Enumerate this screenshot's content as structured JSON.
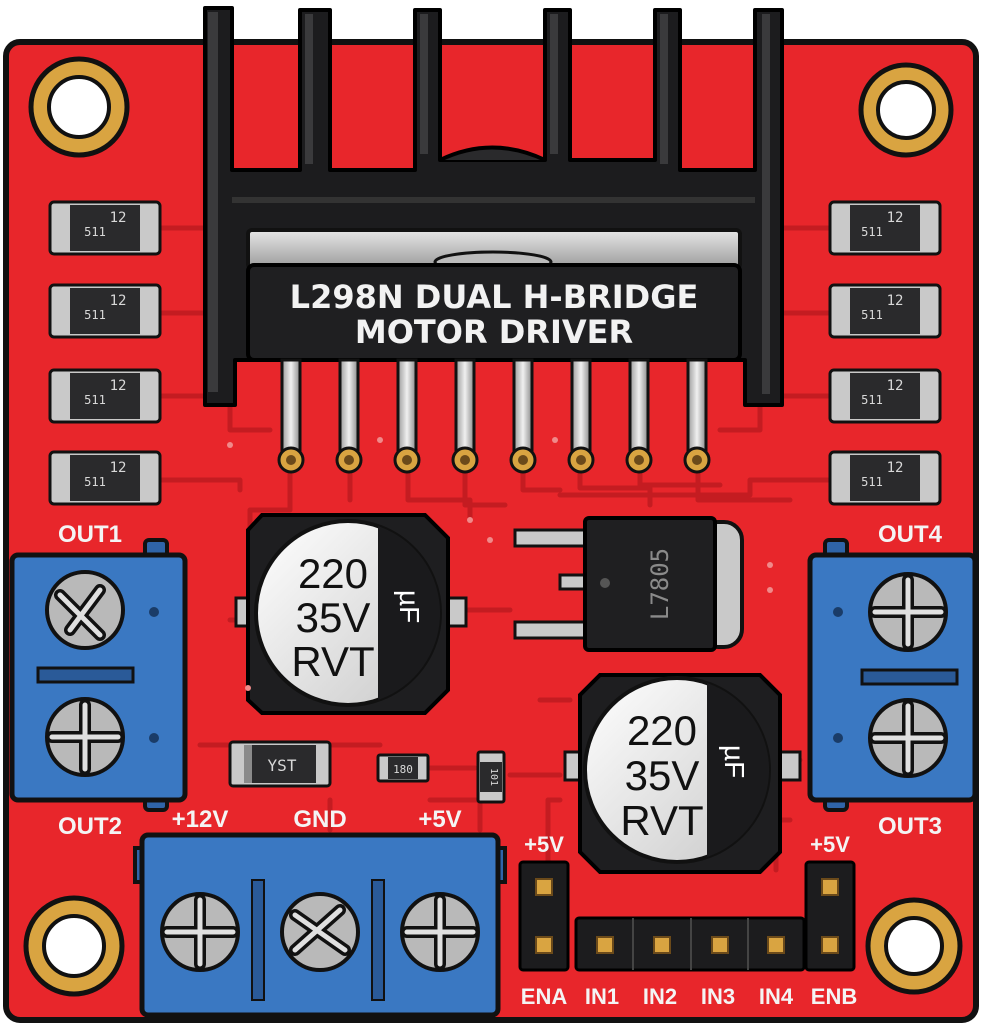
{
  "module": {
    "chip_label_line1": "L298N DUAL H-BRIDGE",
    "chip_label_line2": "MOTOR DRIVER",
    "regulator_label": "L7805"
  },
  "terminals": {
    "out1": "OUT1",
    "out2": "OUT2",
    "out3": "OUT3",
    "out4": "OUT4",
    "v12": "+12V",
    "gnd": "GND",
    "v5": "+5V"
  },
  "header_pins": {
    "ena_jumper_label": "+5V",
    "enb_jumper_label": "+5V",
    "pins": [
      "ENA",
      "IN1",
      "IN2",
      "IN3",
      "IN4",
      "ENB"
    ]
  },
  "capacitors": [
    {
      "value": "220",
      "voltage": "35V",
      "series": "RVT",
      "unit": "µF"
    },
    {
      "value": "220",
      "voltage": "35V",
      "series": "RVT",
      "unit": "µF"
    }
  ],
  "smd_parts": {
    "resistor_code_1": "12",
    "resistor_code_2": "511",
    "diode_label": "YST",
    "resistor_180": "180",
    "resistor_101": "101"
  },
  "colors": {
    "pcb": "#e8262b",
    "trace": "#c91a1f",
    "terminal": "#3a78c2",
    "heatsink": "#1c1c1e",
    "pad_gold": "#d9a441"
  }
}
